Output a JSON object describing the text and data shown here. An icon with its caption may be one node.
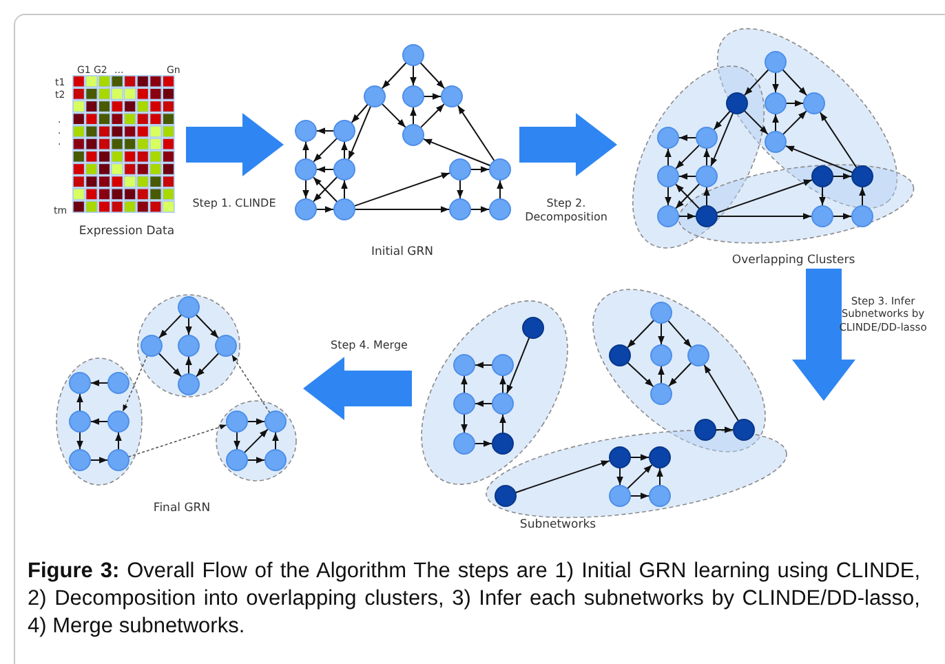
{
  "diagram": {
    "caption": "**Figure 3:** Overall Flow of the Algorithm The steps are 1) Initial GRN learning using CLINDE, 2) Decomposition into overlapping clusters, 3) Infer each subnetworks by CLINDE/DD-lasso, 4) Merge subnetworks.",
    "nodes": [
      {
        "text": [],
        "shape": "picture",
        "beside": [
          "Expression Data"
        ]
      },
      {
        "text": [],
        "shape": "picture",
        "beside": [
          "Initial GRN"
        ]
      },
      {
        "text": [],
        "shape": "picture",
        "beside": [
          "Overlapping Clusters"
        ]
      },
      {
        "text": [],
        "shape": "picture",
        "beside": [
          "Subnetworks"
        ]
      },
      {
        "text": [],
        "shape": "picture",
        "beside": [
          "Final GRN"
        ]
      }
    ],
    "edges": [
      {
        "from": 0,
        "to": 1,
        "arrow": "to",
        "label": "Step 1. CLINDE"
      },
      {
        "from": 1,
        "to": 2,
        "arrow": "to",
        "label": "Step 2. Decomposition"
      },
      {
        "from": 2,
        "to": 3,
        "arrow": "to",
        "label": "Step 3. Infer Subnetworks by CLINDE/DD-lasso"
      },
      {
        "from": 3,
        "to": 4,
        "arrow": "to",
        "label": "Step 4. Merge"
      }
    ],
    "labels": [
      "G1",
      "G2",
      "...",
      "Gn",
      "t1",
      "t2",
      ".",
      ".",
      ".",
      "tm"
    ]
  }
}
